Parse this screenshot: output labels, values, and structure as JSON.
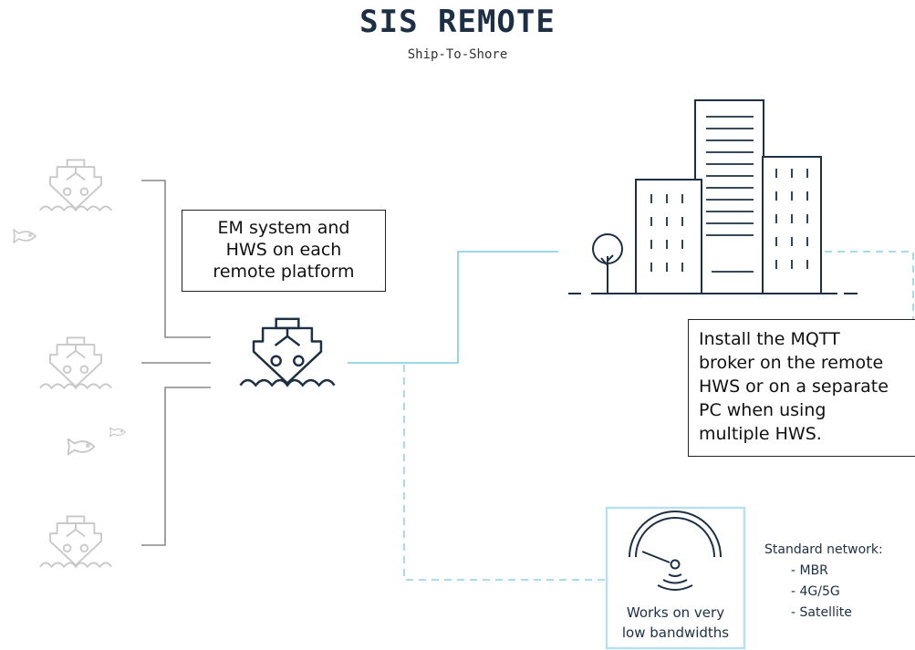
{
  "header": {
    "title": "SIS REMOTE",
    "subtitle": "Ship-To-Shore"
  },
  "notes": {
    "em_system": [
      "EM system and",
      "HWS on each",
      "remote platform"
    ],
    "mqtt": [
      "Install the MQTT",
      "broker on the remote",
      "HWS or on a separate",
      "PC when using",
      "multiple HWS."
    ]
  },
  "bandwidth": {
    "label": [
      "Works on very",
      "low bandwidths"
    ]
  },
  "network": {
    "heading": "Standard network:",
    "items": [
      "- MBR",
      "- 4G/5G",
      "- Satellite"
    ]
  },
  "colors": {
    "title": "#1c2f45",
    "icon_dark": "#1c2f45",
    "icon_faded": "#c8c8c8",
    "line_gray": "#8a8a8a",
    "link_blue": "#7ec8e3",
    "panel_border": "#b9dff0"
  },
  "icons": [
    "remote-ship-icon",
    "main-ship-icon",
    "fish-icon",
    "tree-icon",
    "office-buildings-icon",
    "bandwidth-gauge-icon",
    "signal-waves-icon"
  ]
}
